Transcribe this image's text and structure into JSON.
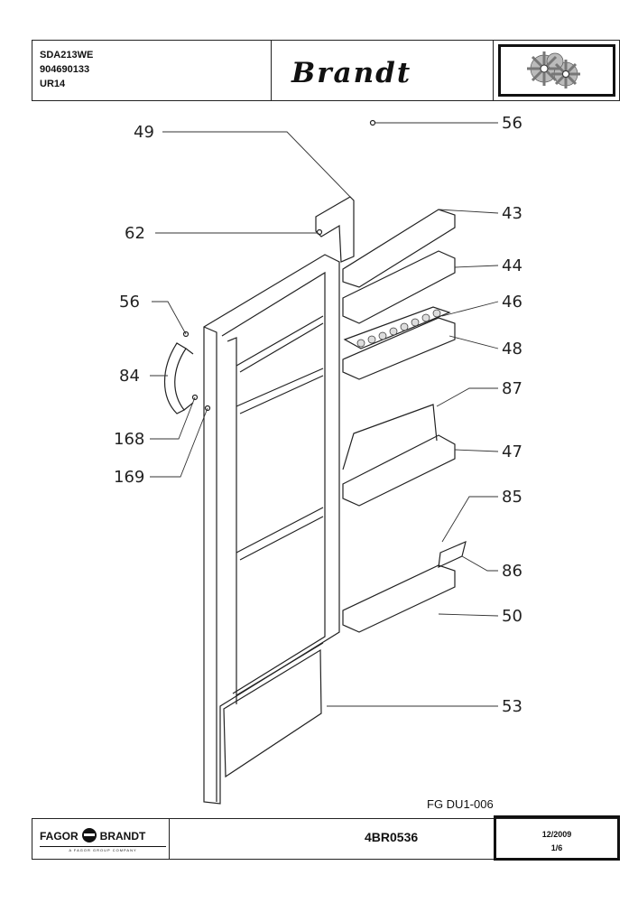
{
  "header": {
    "model_lines": [
      "SDA213WE",
      "904690133",
      "UR14"
    ],
    "brand": "Brandt"
  },
  "parts": [
    "49",
    "56",
    "43",
    "62",
    "44",
    "56",
    "46",
    "48",
    "84",
    "87",
    "168",
    "47",
    "169",
    "85",
    "86",
    "50",
    "53"
  ],
  "drawing_code": "FG DU1-006",
  "footer": {
    "company_left": "FAGOR",
    "company_right": "BRANDT",
    "company_sub": "A FAGOR GROUP COMPANY",
    "reference": "4BR0536",
    "date": "12/2009",
    "page": "1/6"
  }
}
